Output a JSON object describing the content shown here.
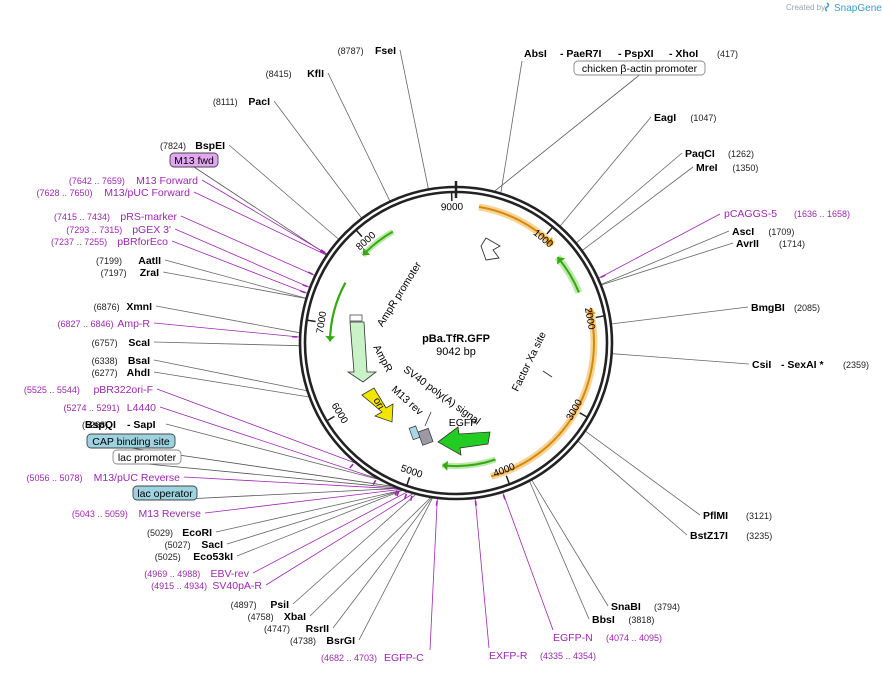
{
  "header": {
    "created_by": "Created by",
    "brand": "SnapGene"
  },
  "plasmid": {
    "name": "pBa.TfR.GFP",
    "size": "9042 bp"
  },
  "ticks": [
    "1000",
    "2000",
    "3000",
    "4000",
    "5000",
    "6000",
    "7000",
    "8000",
    "9000"
  ],
  "enzymes_right": [
    {
      "pos": "(417)",
      "names": [
        "AbsI",
        "PaeR7I",
        "PspXI",
        "XhoI"
      ]
    },
    {
      "name": "EagI",
      "pos": "(1047)"
    },
    {
      "name": "PaqCI",
      "pos": "(1262)"
    },
    {
      "name": "MreI",
      "pos": "(1350)"
    },
    {
      "name": "AscI",
      "pos": "(1709)"
    },
    {
      "name": "AvrII",
      "pos": "(1714)"
    },
    {
      "name": "BmgBI",
      "pos": "(2085)"
    },
    {
      "names": [
        "CsiI",
        "SexAI *"
      ],
      "pos": "(2359)"
    },
    {
      "name": "PflMI",
      "pos": "(3121)"
    },
    {
      "name": "BstZ17I",
      "pos": "(3235)"
    },
    {
      "name": "SnaBI",
      "pos": "(3794)"
    },
    {
      "name": "BbsI",
      "pos": "(3818)"
    }
  ],
  "enzymes_left": [
    {
      "name": "FseI",
      "pos": "(8787)"
    },
    {
      "name": "KflI",
      "pos": "(8415)"
    },
    {
      "name": "PacI",
      "pos": "(8111)"
    },
    {
      "name": "BspEI",
      "pos": "(7824)"
    },
    {
      "name": "AatII",
      "pos": "(7199)"
    },
    {
      "name": "ZraI",
      "pos": "(7197)"
    },
    {
      "name": "XmnI",
      "pos": "(6876)"
    },
    {
      "name": "ScaI",
      "pos": "(6757)"
    },
    {
      "name": "BsaI",
      "pos": "(6338)"
    },
    {
      "name": "AhdI",
      "pos": "(6277)"
    },
    {
      "names": [
        "BspQI",
        "SapI"
      ],
      "pos": "(5268)"
    },
    {
      "name": "EcoRI",
      "pos": "(5029)"
    },
    {
      "name": "SacI",
      "pos": "(5027)"
    },
    {
      "name": "Eco53kI",
      "pos": "(5025)"
    },
    {
      "name": "PsiI",
      "pos": "(4897)"
    },
    {
      "name": "XbaI",
      "pos": "(4758)"
    },
    {
      "name": "RsrII",
      "pos": "(4747)"
    },
    {
      "name": "BsrGI",
      "pos": "(4738)"
    }
  ],
  "primers": [
    {
      "name": "M13 Forward",
      "pos": "(7642 .. 7659)"
    },
    {
      "name": "M13/pUC Forward",
      "pos": "(7628 .. 7650)"
    },
    {
      "name": "pRS-marker",
      "pos": "(7415 .. 7434)"
    },
    {
      "name": "pGEX 3'",
      "pos": "(7293 .. 7315)"
    },
    {
      "name": "pBRforEco",
      "pos": "(7237 .. 7255)"
    },
    {
      "name": "Amp-R",
      "pos": "(6827 .. 6846)"
    },
    {
      "name": "pBR322ori-F",
      "pos": "(5525 .. 5544)"
    },
    {
      "name": "L4440",
      "pos": "(5274 .. 5291)"
    },
    {
      "name": "M13/pUC Reverse",
      "pos": "(5056 .. 5078)"
    },
    {
      "name": "M13 Reverse",
      "pos": "(5043 .. 5059)"
    },
    {
      "name": "EBV-rev",
      "pos": "(4969 .. 4988)"
    },
    {
      "name": "SV40pA-R",
      "pos": "(4915 .. 4934)"
    },
    {
      "name": "EGFP-C",
      "pos": "(4682 .. 4703)"
    },
    {
      "name": "EXFP-R",
      "pos": "(4335 .. 4354)"
    },
    {
      "name": "EGFP-N",
      "pos": "(4074 .. 4095)"
    },
    {
      "name": "pCAGGS-5",
      "pos": "(1636 .. 1658)"
    }
  ],
  "boxed_features": {
    "chicken_promoter": "chicken β-actin promoter",
    "m13_fwd": "M13 fwd",
    "cap_site": "CAP binding site",
    "lac_promoter": "lac promoter",
    "lac_operator": "lac operator"
  },
  "inner_features": {
    "ampr_promoter": "AmpR promoter",
    "ampr": "AmpR",
    "ori": "ori",
    "sv40": "SV40 poly(A) signal",
    "m13rev": "M13 rev",
    "egfp": "EGFP",
    "factor_xa": "Factor Xa site"
  },
  "colors": {
    "primer": "#9c27b0",
    "orange_feature": "#d98a00",
    "green_feature": "#33aa11",
    "egfp": "#22cc22",
    "ori": "#f2e600",
    "box_blue": "#9dd3e0",
    "box_purple": "#e3a6f2"
  }
}
